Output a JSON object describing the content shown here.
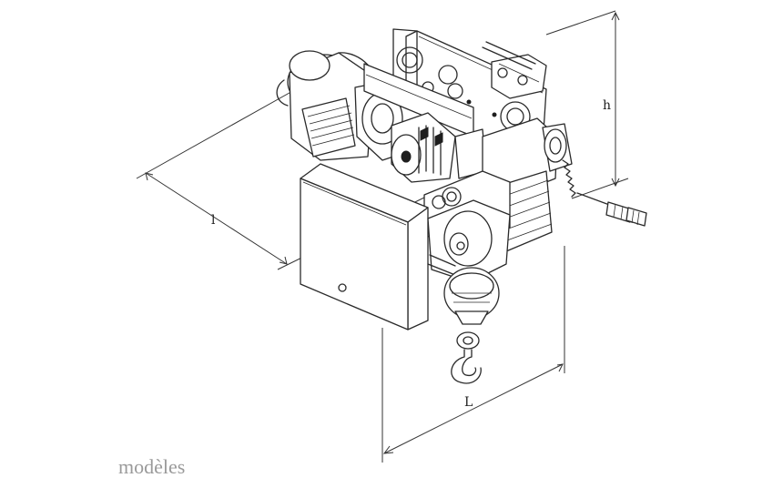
{
  "figure": {
    "dimension_labels": {
      "height": "h",
      "left_length": "l",
      "bottom_length": "L"
    },
    "bottom_text": "modèles"
  },
  "colors": {
    "background": "#ffffff",
    "line": "#2a2a2a",
    "ghost_text": "#9a9a9a"
  }
}
